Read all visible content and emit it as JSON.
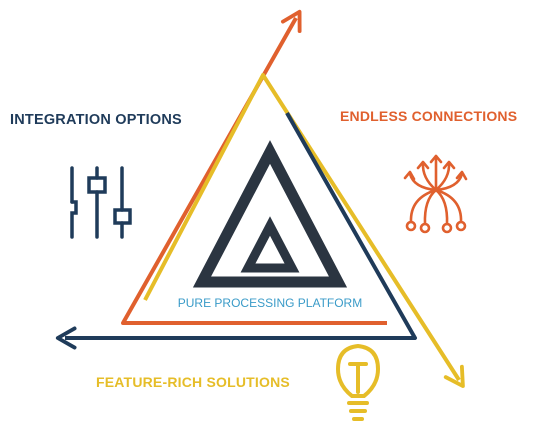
{
  "colors": {
    "navy": "#1f3b5a",
    "dark_logo": "#2b3541",
    "orange": "#e0602e",
    "yellow": "#e6bd28",
    "center_text": "#3a9bc8",
    "background": "#ffffff"
  },
  "labels": {
    "integration": "INTEGRATION OPTIONS",
    "connections": "ENDLESS CONNECTIONS",
    "solutions": "FEATURE-RICH SOLUTIONS",
    "center": "PURE PROCESSING PLATFORM"
  },
  "icons": {
    "integration": "sliders-icon",
    "connections": "network-branches-icon",
    "solutions": "lightbulb-icon",
    "logo": "nested-triangle-logo-icon"
  }
}
